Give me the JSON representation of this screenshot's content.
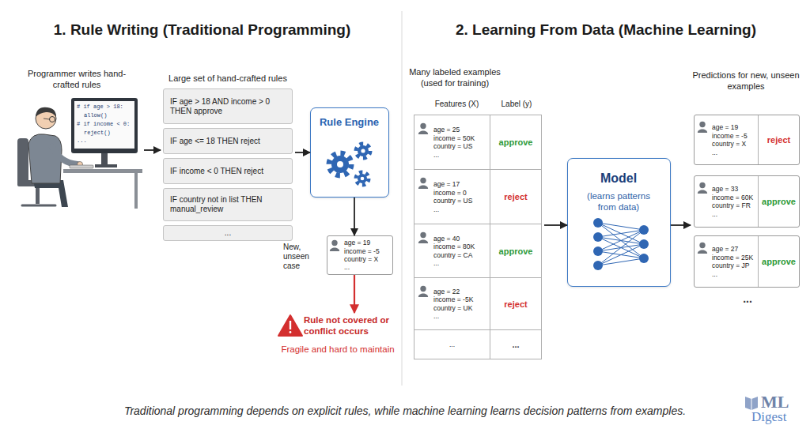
{
  "diagram": {
    "caption": "Traditional programming depends on explicit rules, while machine learning learns decision patterns from examples.",
    "nodes": [
      {
        "text": [
          "Programmer writes hand-crafted rules"
        ]
      },
      {
        "text": [
          "Large set of hand-crafted rules"
        ]
      },
      {
        "text": [
          "IF age > 18 AND income > 0 THEN approve"
        ],
        "in": 1
      },
      {
        "text": [
          "IF age <= 18 THEN reject"
        ],
        "in": 1
      },
      {
        "text": [
          "IF income < 0 THEN reject"
        ],
        "in": 1
      },
      {
        "text": [
          "IF country not in list THEN manual_review"
        ],
        "in": 1
      },
      {
        "text": [
          "..."
        ],
        "in": 1
      },
      {
        "text": [
          "Rule Engine"
        ]
      },
      {
        "text": [
          "New, unseen case",
          "age = 19",
          "income = -5",
          "country = X",
          "..."
        ]
      },
      {
        "text": [
          "Rule not covered or conflict occurs",
          "Fragile and hard to maintain"
        ]
      },
      {
        "text": [
          "Many labeled examples (used for training)",
          "Features (X)",
          "Label (y)"
        ]
      },
      {
        "text": [
          "age = 25",
          "income = 50K",
          "country = US",
          "...",
          "approve"
        ],
        "in": 10
      },
      {
        "text": [
          "age = 17",
          "income = 0",
          "country = US",
          "...",
          "reject"
        ],
        "in": 10
      },
      {
        "text": [
          "age = 40",
          "income = 80K",
          "country = CA",
          "...",
          "approve"
        ],
        "in": 10
      },
      {
        "text": [
          "age = 22",
          "income = -5K",
          "country = UK",
          "...",
          "reject"
        ],
        "in": 10
      },
      {
        "text": [
          "...",
          "..."
        ],
        "in": 10
      },
      {
        "text": [
          "Model",
          "(learns patterns from data)"
        ]
      },
      {
        "text": [
          "Predictions for new, unseen examples"
        ]
      },
      {
        "text": [
          "age = 19",
          "income = -5",
          "country = X",
          "...",
          "reject"
        ],
        "in": 17
      },
      {
        "text": [
          "age = 33",
          "income = 60K",
          "country = FR",
          "...",
          "approve"
        ],
        "in": 17
      },
      {
        "text": [
          "age = 27",
          "income = 25K",
          "country = JP",
          "...",
          "approve"
        ],
        "in": 17
      }
    ],
    "edges": [
      {
        "from": 0,
        "to": 1,
        "arrow": "to"
      },
      {
        "from": 1,
        "to": 7,
        "arrow": "to"
      },
      {
        "from": 7,
        "to": 8,
        "arrow": "to"
      },
      {
        "from": 8,
        "to": 9,
        "arrow": "to"
      },
      {
        "from": 10,
        "to": 16,
        "arrow": "to"
      },
      {
        "from": 16,
        "to": 17,
        "arrow": "to"
      }
    ],
    "labels": [
      "1. Rule Writing (Traditional Programming)",
      "2. Learning From Data (Machine Learning)",
      "# if age > 18:",
      "allow()",
      "# if income < 0:",
      "reject()",
      "...",
      "...",
      "ML",
      "Digest"
    ]
  }
}
